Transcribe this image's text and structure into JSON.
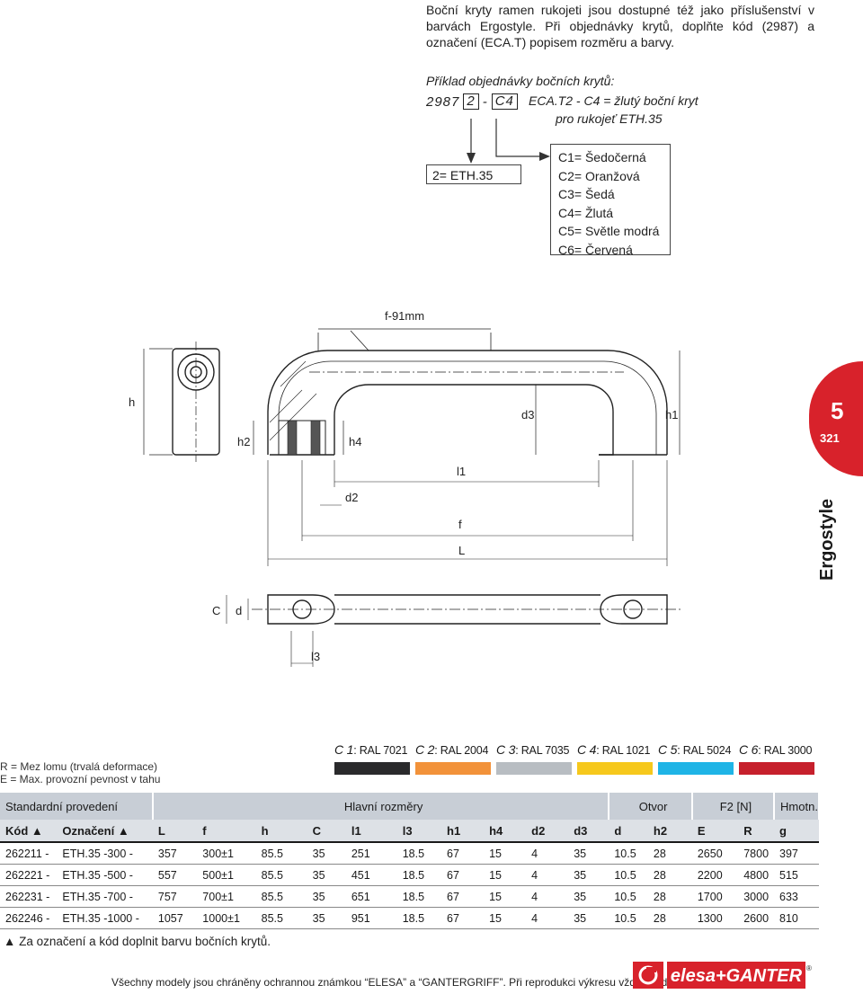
{
  "intro_text": "Boční kryty ramen rukojeti jsou dostupné též jako příslušenství v barvách Ergostyle. Při objednávky krytů, doplňte kód (2987) a označení (ECA.T) popisem rozměru a barvy.",
  "order_example": {
    "title": "Příklad objednávky bočních krytů:",
    "code_prefix": "2987",
    "size_code": "2",
    "dash": "-",
    "color_code": "C4",
    "desc_line1": "ECA.T2 - C4 = žlutý boční kryt",
    "desc_line2": "pro rukojeť ETH.35",
    "size_meaning": "2= ETH.35",
    "color_options": [
      "C1= Šedočerná",
      "C2= Oranžová",
      "C3= Šedá",
      "C4= Žlutá",
      "C5= Světle modrá",
      "C6= Červená"
    ]
  },
  "drawing_labels": {
    "f91": "f-91mm",
    "h": "h",
    "h1": "h1",
    "h2": "h2",
    "h4": "h4",
    "d3": "d3",
    "l1": "l1",
    "d2": "d2",
    "f": "f",
    "L": "L",
    "C": "C",
    "d": "d",
    "l3": "l3"
  },
  "side_tab": {
    "number": "5",
    "page": "321",
    "category": "Ergostyle"
  },
  "legend": [
    "R = Mez lomu (trvalá deformace)",
    "E = Max. provozní pevnost v tahu"
  ],
  "ral_colors": [
    {
      "code": "C 1",
      "ral": ": RAL 7021",
      "color": "#2a2a2c"
    },
    {
      "code": "C 2",
      "ral": ": RAL 2004",
      "color": "#f2923a"
    },
    {
      "code": "C 3",
      "ral": ": RAL 7035",
      "color": "#b8bdc2"
    },
    {
      "code": "C 4",
      "ral": ": RAL 1021",
      "color": "#f6c81c"
    },
    {
      "code": "C 5",
      "ral": ": RAL 5024",
      "color": "#1fb4e6"
    },
    {
      "code": "C 6",
      "ral": ": RAL 3000",
      "color": "#c6202c"
    }
  ],
  "table": {
    "groups": [
      "Standardní provedení",
      "Hlavní rozměry",
      "Otvor",
      "F2 [N]",
      "Hmotn."
    ],
    "columns": [
      "Kód ▲",
      "Označení ▲",
      "L",
      "f",
      "h",
      "C",
      "l1",
      "l3",
      "h1",
      "h4",
      "d2",
      "d3",
      "d",
      "h2",
      "E",
      "R",
      "g"
    ],
    "rows": [
      [
        "262211 -",
        "ETH.35 -300 -",
        "357",
        "300±1",
        "85.5",
        "35",
        "251",
        "18.5",
        "67",
        "15",
        "4",
        "35",
        "10.5",
        "28",
        "2650",
        "7800",
        "397"
      ],
      [
        "262221 -",
        "ETH.35 -500 -",
        "557",
        "500±1",
        "85.5",
        "35",
        "451",
        "18.5",
        "67",
        "15",
        "4",
        "35",
        "10.5",
        "28",
        "2200",
        "4800",
        "515"
      ],
      [
        "262231 -",
        "ETH.35 -700 -",
        "757",
        "700±1",
        "85.5",
        "35",
        "651",
        "18.5",
        "67",
        "15",
        "4",
        "35",
        "10.5",
        "28",
        "1700",
        "3000",
        "633"
      ],
      [
        "262246 -",
        "ETH.35 -1000 -",
        "1057",
        "1000±1",
        "85.5",
        "35",
        "951",
        "18.5",
        "67",
        "15",
        "4",
        "35",
        "10.5",
        "28",
        "1300",
        "2600",
        "810"
      ]
    ]
  },
  "note": "▲ Za označení a kód doplnit barvu bočních krytů.",
  "footer": "Všechny modely jsou chráněny ochrannou známkou “ELESA” a “GANTERGRIFF”. Při reprodukci výkresu vždy uveďte zdroj.",
  "logo_text": "elesa+GANTER",
  "logo_reg": "®"
}
